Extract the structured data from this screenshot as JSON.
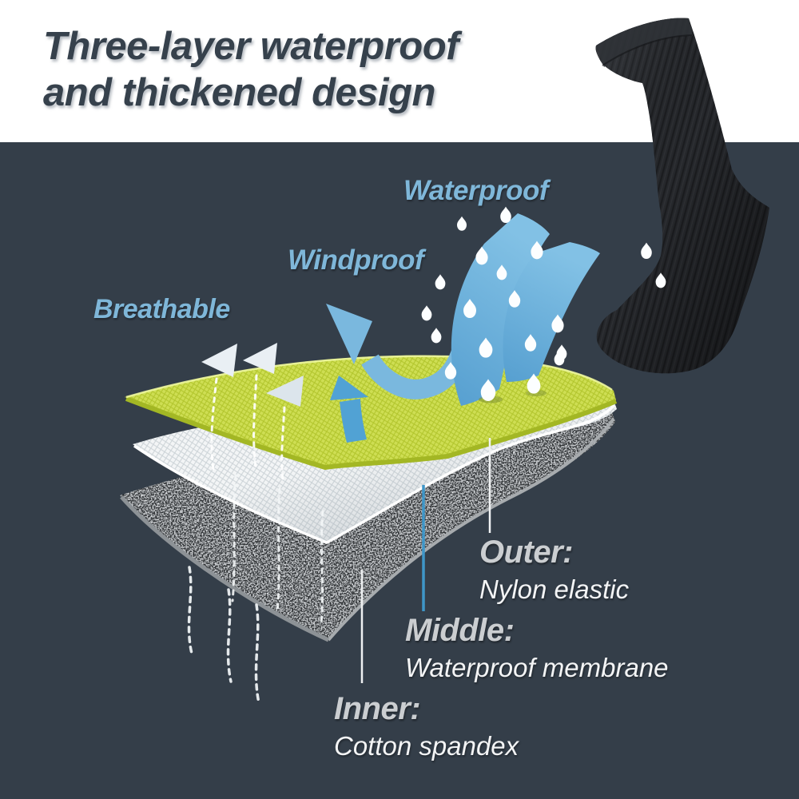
{
  "header": {
    "title_line1": "Three-layer waterproof",
    "title_line2": "and thickened design"
  },
  "diagram": {
    "feature_labels": {
      "waterproof": "Waterproof",
      "windproof": "Windproof",
      "breathable": "Breathable"
    },
    "layers": [
      {
        "name": "Outer:",
        "material": "Nylon elastic"
      },
      {
        "name": "Middle:",
        "material": "Waterproof membrane"
      },
      {
        "name": "Inner:",
        "material": "Cotton spandex"
      }
    ],
    "icons": {
      "droplets": "water-droplet-icons",
      "ribbons": "waterproof-flow-ribbons",
      "u_arrow": "windproof-deflect-arrow",
      "white_arrows": "breathable-vapor-arrows"
    }
  },
  "product": {
    "image": "black waterproof sock"
  },
  "colors": {
    "background": "#343e49",
    "header_bg": "#ffffff",
    "title_text": "#36414c",
    "feature_label_blue": "#7fb7d9",
    "layer_outer_yellow": "#cede53",
    "layer_outer_edge": "#a3b724",
    "layer_middle_white": "#f3f5f6",
    "layer_inner_gray": "#303336",
    "ribbon_blue": "#6cb1dc",
    "leader_blue": "#3e96c8",
    "note_heading": "#cbced1",
    "note_body": "#f3f4f5",
    "sock_black": "#26282c"
  }
}
